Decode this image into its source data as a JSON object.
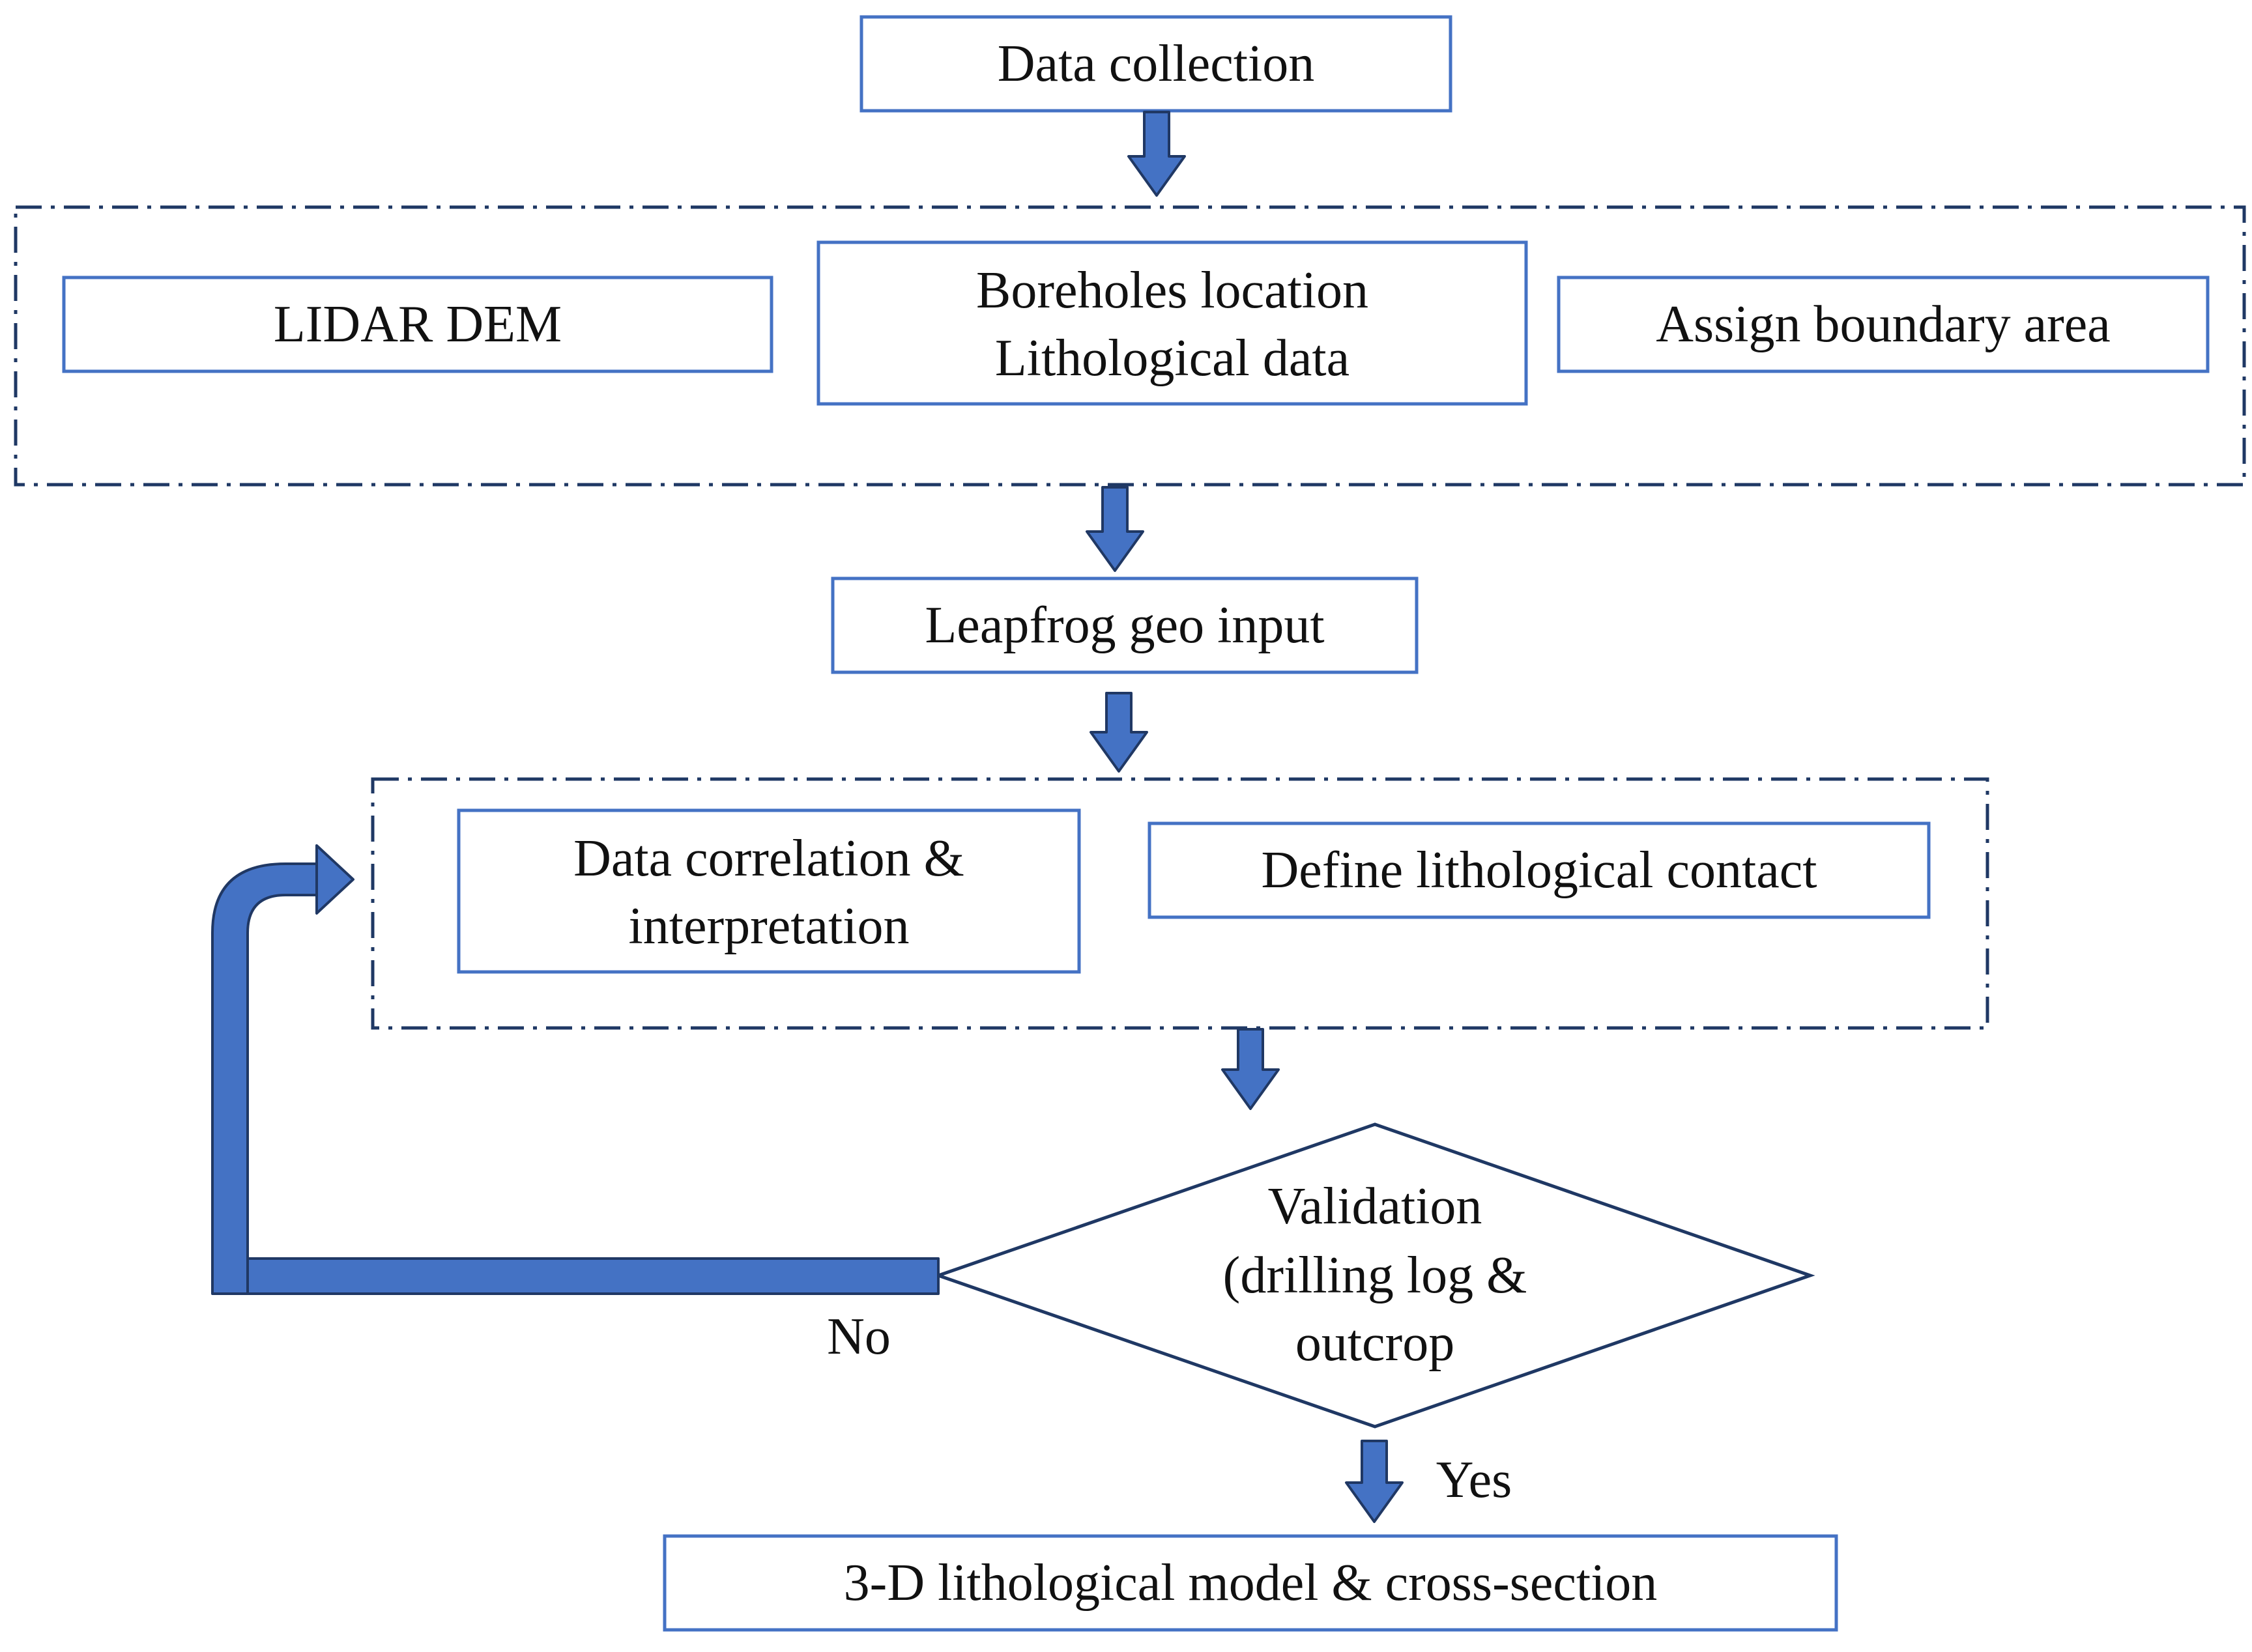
{
  "colors": {
    "box_border": "#4472C4",
    "group_border": "#1F3864",
    "arrow_fill": "#4472C4",
    "arrow_outline": "#203864",
    "diamond_border": "#1F3864",
    "text": "#111111",
    "background": "#FFFFFF"
  },
  "nodes": {
    "data_collection": {
      "label": "Data collection"
    },
    "lidar_dem": {
      "label": "LIDAR DEM"
    },
    "boreholes": {
      "line1": "Boreholes location",
      "line2": "Lithological data"
    },
    "boundary": {
      "label": "Assign boundary area"
    },
    "leapfrog": {
      "label": "Leapfrog geo input"
    },
    "correlation": {
      "line1": "Data correlation &",
      "line2": "interpretation"
    },
    "contact": {
      "label": "Define lithological contact"
    },
    "validation": {
      "line1": "Validation",
      "line2": "(drilling log &",
      "line3": "outcrop"
    },
    "model": {
      "label": "3-D lithological model & cross-section"
    }
  },
  "edge_labels": {
    "no": "No",
    "yes": "Yes"
  }
}
